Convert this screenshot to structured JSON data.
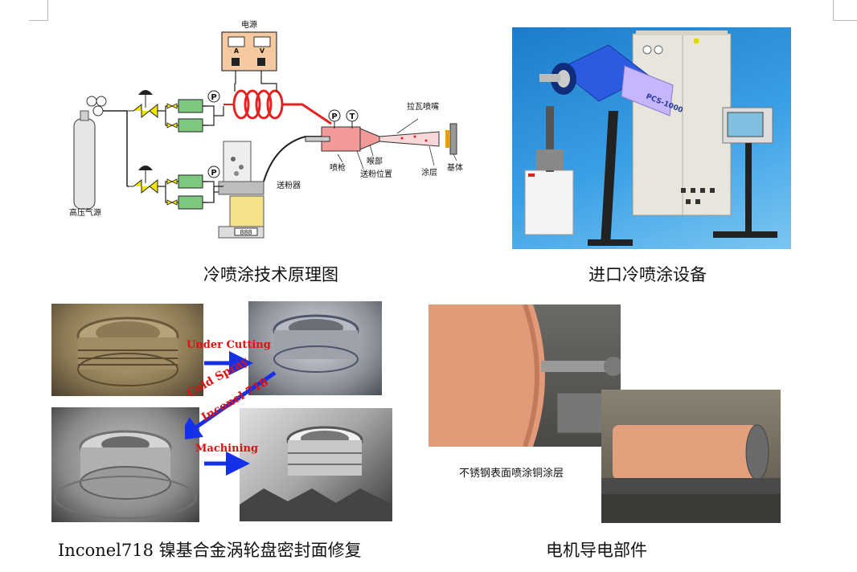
{
  "captions": {
    "principle": "冷喷涂技术原理图",
    "equipment": "进口冷喷涂设备",
    "repair": "Inconel718 镍基合金涡轮盘密封面修复",
    "motor": "电机导电部件"
  },
  "diagram": {
    "power_supply": "电源",
    "ammeter": "A",
    "voltmeter": "V",
    "gas_source": "高压气源",
    "pressure_gauge": "P",
    "temperature_gauge": "T",
    "laval_nozzle": "拉瓦喷嘴",
    "spray_gun": "喷枪",
    "throat": "喉部",
    "powder_feed_position": "送粉位置",
    "coating": "涂层",
    "substrate": "基体",
    "powder_feeder": "送粉器",
    "scale_display": "888"
  },
  "equipment_photo": {
    "model_label": "PCS-1000"
  },
  "repair_photo": {
    "under_cutting": "Under Cutting",
    "cold_spray": "Cold Spray",
    "inconel": "Inconel 718",
    "machining": "Machining"
  },
  "motor_photo": {
    "label": "不锈钢表面喷涂铜涂层"
  },
  "colors": {
    "arrow_blue": "#1430e8",
    "annotation_red": "#e01010",
    "coil_red": "#e52222",
    "equipment_bg": "#2a8fd4",
    "copper": "#e39a78"
  }
}
